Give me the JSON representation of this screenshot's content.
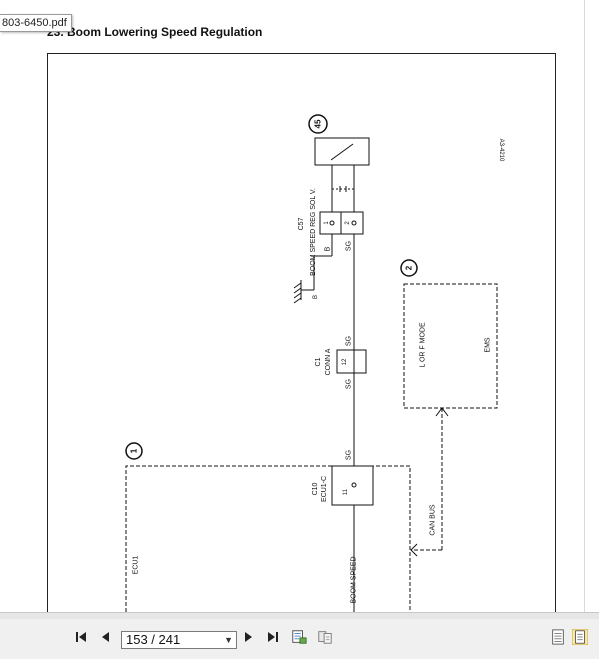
{
  "file_tab": {
    "label": "803-6450.pdf"
  },
  "section": {
    "title": "23.  Boom Lowering Speed Regulation"
  },
  "diagram": {
    "drawing_id": "A3-4210",
    "components": {
      "sol_valve": {
        "ref": "45",
        "connector": "C57",
        "name": "BOOM SPEED REG SOL V.",
        "pin1": "1",
        "pin2": "2",
        "wire1": "B",
        "wire2": "SG"
      },
      "ground": {
        "label": "B"
      },
      "ems": {
        "ref": "2",
        "mode": "L OR F MODE",
        "name": "EMS"
      },
      "conn_a": {
        "connector": "C1",
        "name": "CONN A",
        "pin": "12",
        "wire_top": "SG",
        "wire_bottom": "SG"
      },
      "ecu": {
        "ref": "1",
        "connector": "C10",
        "name": "ECU1-C",
        "pin": "11",
        "wire": "SG",
        "block": "ECU1",
        "function": "BOOM SPEED"
      },
      "can_bus": {
        "label": "CAN BUS"
      }
    }
  },
  "toolbar": {
    "page_current": "153",
    "page_total": "241",
    "page_display": "153 / 241",
    "icons": [
      "first-page-icon",
      "prev-page-icon",
      "next-page-icon",
      "last-page-icon",
      "print-properties-icon",
      "document-compare-icon",
      "single-page-view-icon",
      "two-page-view-icon"
    ]
  }
}
